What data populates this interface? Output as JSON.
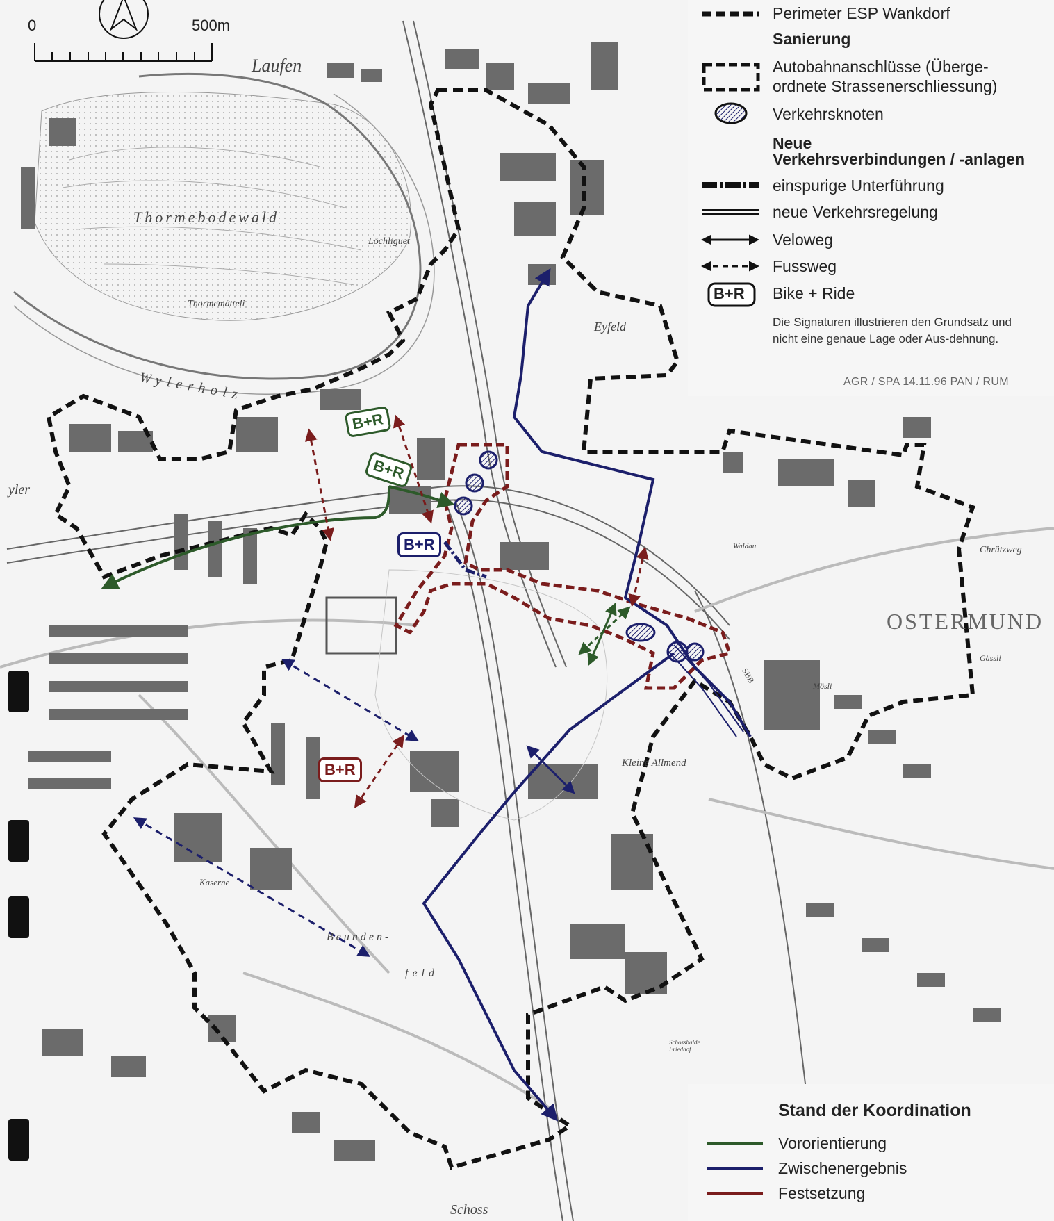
{
  "scale": {
    "start": "0",
    "end": "500m"
  },
  "legend": {
    "perimeter": "Perimeter ESP Wankdorf",
    "section_sanierung": "Sanierung",
    "autobahn": "Autobahnanschlüsse (Überge-\nordnete Strassenerschliessung)",
    "knoten": "Verkehrsknoten",
    "section_neue_line1": "Neue",
    "section_neue_line2": "Verkehrsverbindungen / -anlagen",
    "unterfuehrung": "einspurige Unterführung",
    "regelung": "neue Verkehrsregelung",
    "veloweg": "Veloweg",
    "fussweg": "Fussweg",
    "bike_ride_badge": "B+R",
    "bike_ride": "Bike + Ride",
    "note": "Die Signaturen illustrieren den Grundsatz und nicht eine genaue Lage oder Aus-dehnung.",
    "credit": "AGR / SPA  14.11.96  PAN / RUM"
  },
  "coordination": {
    "title": "Stand der Koordination",
    "items": [
      {
        "label": "Vororientierung",
        "color": "#2d5a2a"
      },
      {
        "label": "Zwischenergebnis",
        "color": "#1c1f6b"
      },
      {
        "label": "Festsetzung",
        "color": "#7a1c1c"
      }
    ]
  },
  "places": {
    "laufen": "Laufen",
    "thormebodewald": "Thormebodewald",
    "thormematteli": "Thormemätteli",
    "lochliguet": "Löchliguet",
    "eyfeld": "Eyfeld",
    "wylerholz": "Wylerholz",
    "ostermundigen": "OSTERMUND",
    "chrutzweg": "Chrützweg",
    "waldau": "Waldau",
    "kleine_allmend": "Kleine Allmend",
    "kaserne": "Kaserne",
    "beundenfeld_1": "Beunden-",
    "beundenfeld_2": "feld",
    "schoss": "Schoss",
    "gassli": "Gässli",
    "mosli": "Mösli",
    "schosshalde_friedhof": "Schosshalde Friedhof",
    "sbb": "SBB",
    "wyler_left": "yler"
  },
  "br_labels": [
    "B+R",
    "B+R",
    "B+R",
    "B+R"
  ],
  "colors": {
    "green": "#2d5a2a",
    "blue": "#1c1f6b",
    "red": "#7a1c1c",
    "black": "#111111",
    "building": "#6b6b6b",
    "forest": "#e9e9e9"
  }
}
